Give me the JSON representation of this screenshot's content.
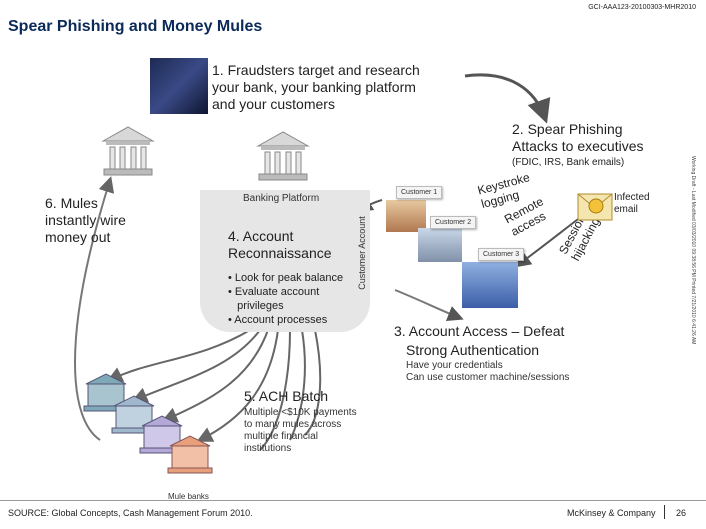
{
  "header": {
    "code": "GCI-AAA123-20100303-MHR2010",
    "title": "Spear Phishing and Money Mules"
  },
  "steps": {
    "s1": [
      "1. Fraudsters target and research",
      "your bank, your banking platform",
      "and your customers"
    ],
    "s2": [
      "2. Spear Phishing",
      "Attacks to executives"
    ],
    "s2_sub": "(FDIC, IRS, Bank emails)",
    "s3": [
      "3. Account Access – Defeat",
      "Strong Authentication"
    ],
    "s3_sub": [
      "Have your credentials",
      "Can use customer machine/sessions"
    ],
    "s4": [
      "4. Account",
      "Reconnaissance"
    ],
    "s4_bullets": [
      "• Look for peak balance",
      "• Evaluate account",
      "   privileges",
      "• Account processes"
    ],
    "s5": "5. ACH Batch",
    "s5_sub": [
      "Multiple <$10K payments",
      "to many mules across",
      "multiple financial",
      "institutions"
    ],
    "s6": [
      "6. Mules",
      "instantly wire",
      "money out"
    ]
  },
  "labels": {
    "banking_platform": "Banking Platform",
    "customer_account": "Customer Account",
    "customer1": "Customer 1",
    "customer2": "Customer 2",
    "customer3": "Customer 3",
    "keystroke": [
      "Keystroke",
      "logging"
    ],
    "remote": [
      "Remote",
      "access"
    ],
    "session": [
      "Session",
      "hijacking"
    ],
    "infected": [
      "Infected",
      "email"
    ],
    "mule_banks": "Mule banks"
  },
  "footer": {
    "source": "SOURCE: Global Concepts, Cash Management Forum 2010.",
    "brand": "McKinsey & Company",
    "page": "26",
    "sidebar": "Working Draft - Last Modified 03/03/2010 09:38:56 PM    Printed 7/21/2010 6:41:26 AM"
  },
  "colors": {
    "title": "#0b2a5a",
    "mule1": "#7fa8b8",
    "mule2": "#9fb8cc",
    "mule3": "#b3a8d6",
    "mule4": "#e8a07c"
  }
}
